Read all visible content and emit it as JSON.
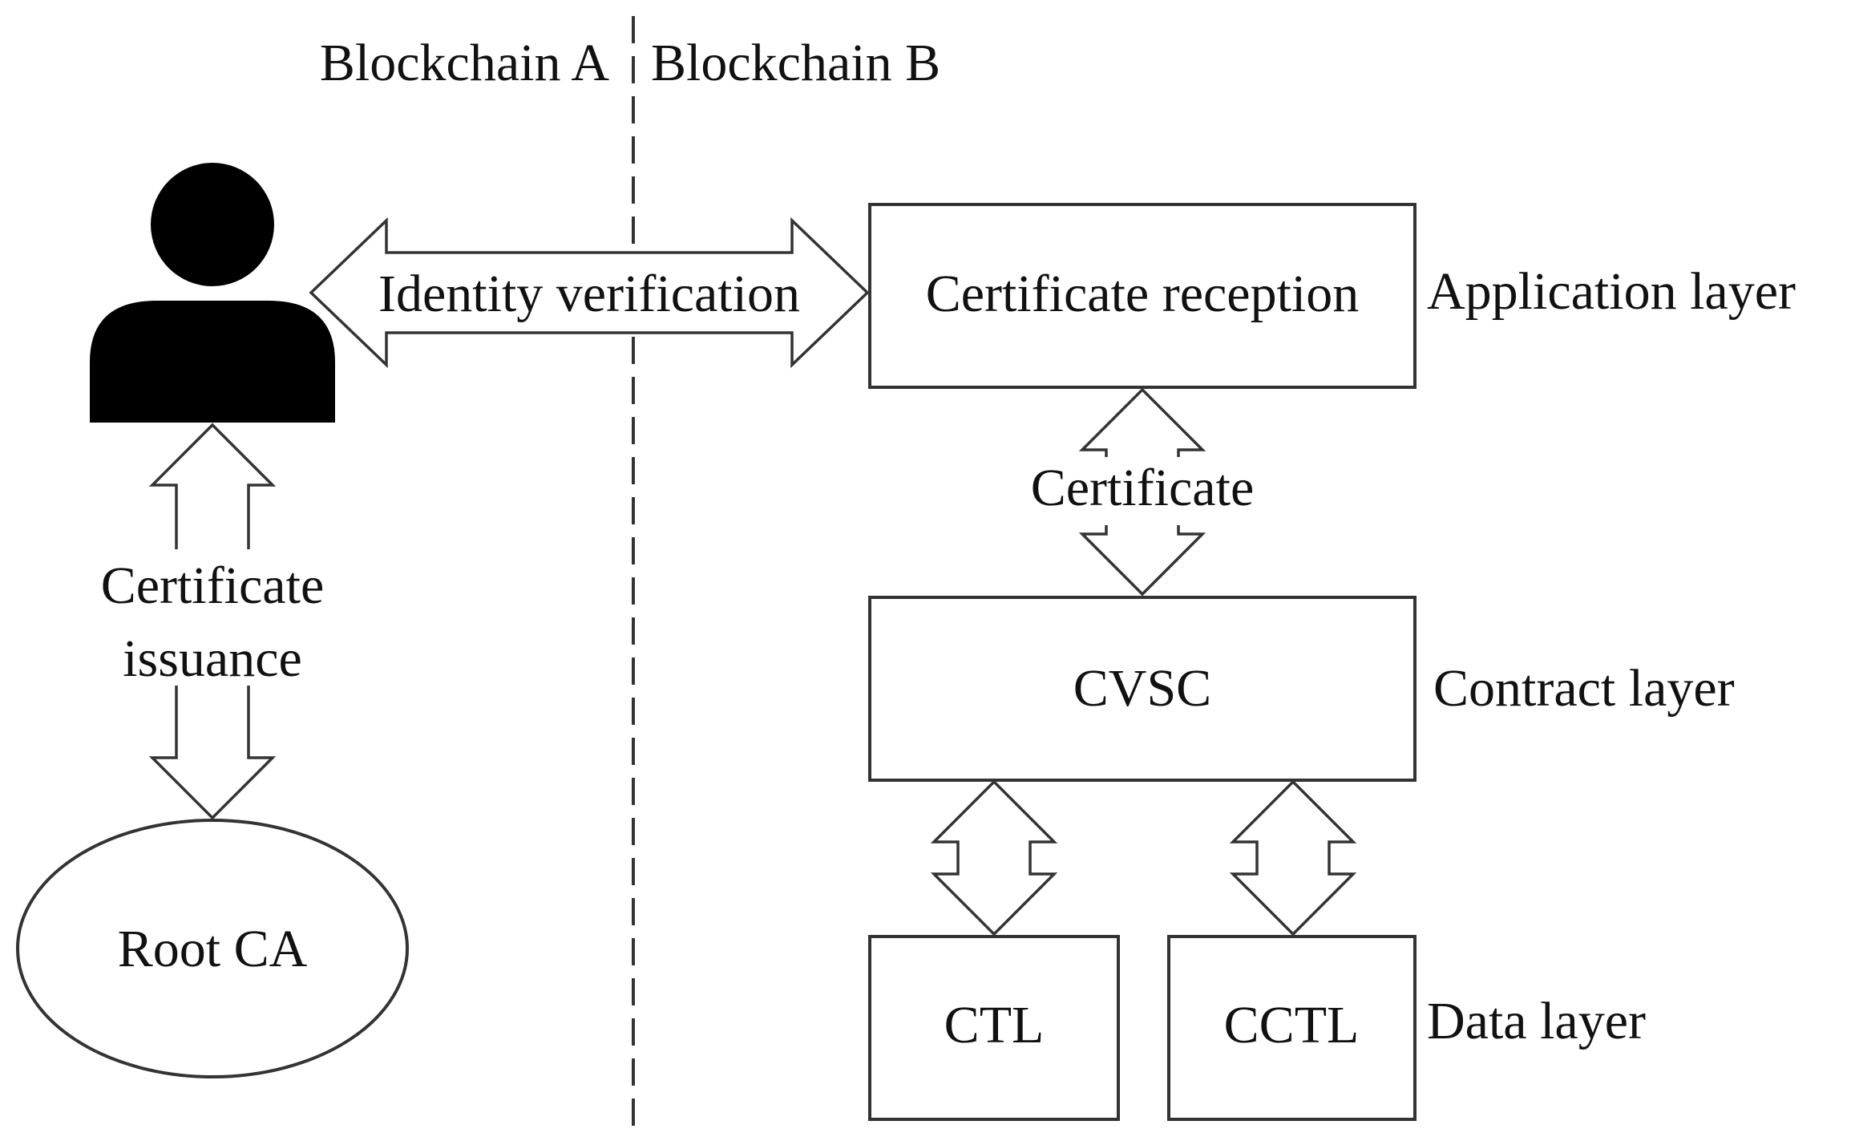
{
  "regions": {
    "left": "Blockchain A",
    "right": "Blockchain B"
  },
  "actors": {
    "root_ca": "Root CA"
  },
  "edges": {
    "identity_verification": "Identity verification",
    "certificate": "Certificate",
    "certificate_issuance_line1": "Certificate",
    "certificate_issuance_line2": "issuance"
  },
  "boxes": {
    "certificate_reception": "Certificate reception",
    "cvsc": "CVSC",
    "ctl": "CTL",
    "cctl": "CCTL"
  },
  "layers": {
    "application": "Application layer",
    "contract": "Contract layer",
    "data": "Data layer"
  }
}
